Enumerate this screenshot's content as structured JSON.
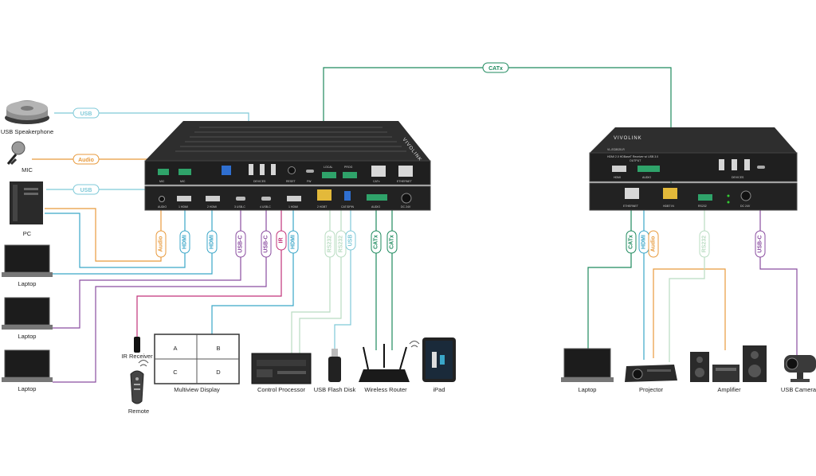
{
  "link_label": "CATx",
  "colors": {
    "catx": "#1e8a5e",
    "usb": "#7fc9d8",
    "audio": "#e89a3c",
    "hdmi": "#3aa6c8",
    "usbc": "#8a4da0",
    "ir": "#c2337a",
    "rs232": "#b9dcc2",
    "chassis": "#2b2b2b"
  },
  "transmitter": {
    "brand": "VIVOLINK",
    "ports": {
      "top_left": [
        "MIC",
        "MIC"
      ],
      "devices": "DEVICES",
      "sw": "RESET",
      "mode": "FW",
      "local": "LOCAL",
      "prog": "PROG",
      "cat_hdbt": "CATx",
      "ethernet": "ETHERNET",
      "bottom": [
        "AUDIO",
        "1 HDMI",
        "2 HDMI",
        "3 USB-C",
        "4 USB-C",
        "1 HDMI",
        "2 HDBT",
        "CAT/DPIN",
        "AUDIO",
        "DC 24V"
      ]
    }
  },
  "receiver": {
    "brand": "VIVOLINK",
    "model": "VL-EC8020-R",
    "subtitle": "HDMI 2.0 HDBaseT Receiver w/ USB 3.0",
    "ports": [
      "OUTPUT",
      "HDMI",
      "AUDIO",
      "DEVICES",
      "ETHERNET",
      "HDBT IN",
      "RS232",
      "DC 24V"
    ]
  },
  "left_devices": [
    {
      "label": "USB Speakerphone",
      "link": "USB"
    },
    {
      "label": "MIC",
      "link": "Audio"
    },
    {
      "label": "PC",
      "link": "USB"
    },
    {
      "label": "Laptop"
    },
    {
      "label": "Laptop"
    },
    {
      "label": "Laptop"
    }
  ],
  "tx_cable_tags": [
    "Audio",
    "HDMI",
    "HDMI",
    "USB-C",
    "USB-C",
    "IR",
    "HDMI",
    "RS232",
    "RS232",
    "USB",
    "CATx",
    "CATx"
  ],
  "bottom_devices": [
    {
      "label": "IR Receiver"
    },
    {
      "label": "Remote"
    },
    {
      "label": "Multiview Display",
      "cells": [
        "A",
        "B",
        "C",
        "D"
      ]
    },
    {
      "label": "Control Processor"
    },
    {
      "label": "USB Flash Disk"
    },
    {
      "label": "Wireless Router"
    },
    {
      "label": "iPad"
    }
  ],
  "rx_cable_tags": [
    "CATx",
    "HDMI",
    "Audio",
    "RS232",
    "USB-C"
  ],
  "rx_devices": [
    {
      "label": "Laptop"
    },
    {
      "label": "Projector"
    },
    {
      "label": "Amplifier"
    },
    {
      "label": "USB Camera"
    }
  ]
}
